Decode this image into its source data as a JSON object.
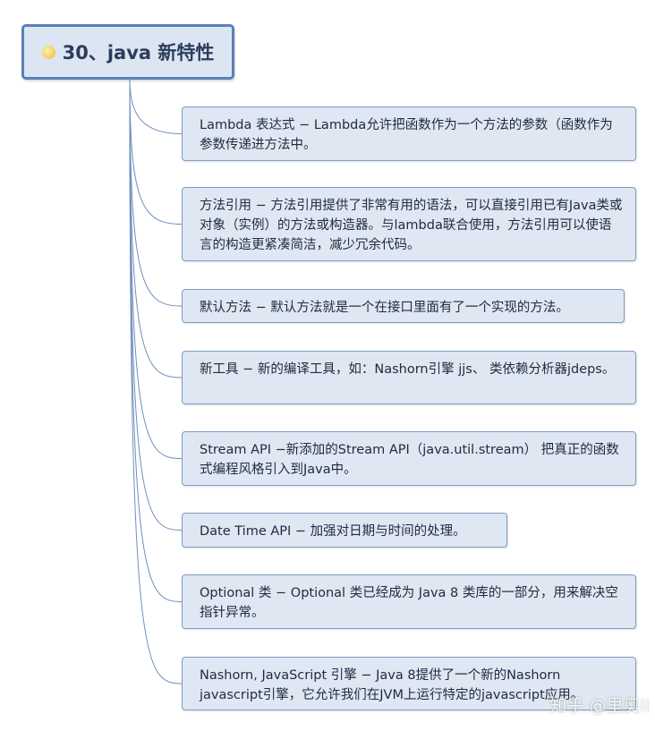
{
  "root": {
    "title": "30、java 新特性",
    "icon": "smiley-icon"
  },
  "nodes": [
    {
      "text": "Lambda 表达式 − Lambda允许把函数作为一个方法的参数（函数作为参数传递进方法中。"
    },
    {
      "text": "方法引用 − 方法引用提供了非常有用的语法，可以直接引用已有Java类或对象（实例）的方法或构造器。与lambda联合使用，方法引用可以使语言的构造更紧凑简洁，减少冗余代码。"
    },
    {
      "text": "默认方法 − 默认方法就是一个在接口里面有了一个实现的方法。"
    },
    {
      "text": "新工具 − 新的编译工具，如：Nashorn引擎 jjs、 类依赖分析器jdeps。"
    },
    {
      "text": "Stream API −新添加的Stream API（java.util.stream） 把真正的函数式编程风格引入到Java中。"
    },
    {
      "text": "Date Time API − 加强对日期与时间的处理。"
    },
    {
      "text": "Optional 类 − Optional 类已经成为 Java 8 类库的一部分，用来解决空指针异常。"
    },
    {
      "text": "Nashorn, JavaScript 引擎 − Java 8提供了一个新的Nashorn javascript引擎，它允许我们在JVM上运行特定的javascript应用。"
    }
  ],
  "watermark": "知乎 @里奥ii",
  "colors": {
    "node_fill": "#dfe7f2",
    "node_border": "#7f9cc8",
    "root_border": "#5b80b8",
    "text": "#1f2a3e"
  }
}
